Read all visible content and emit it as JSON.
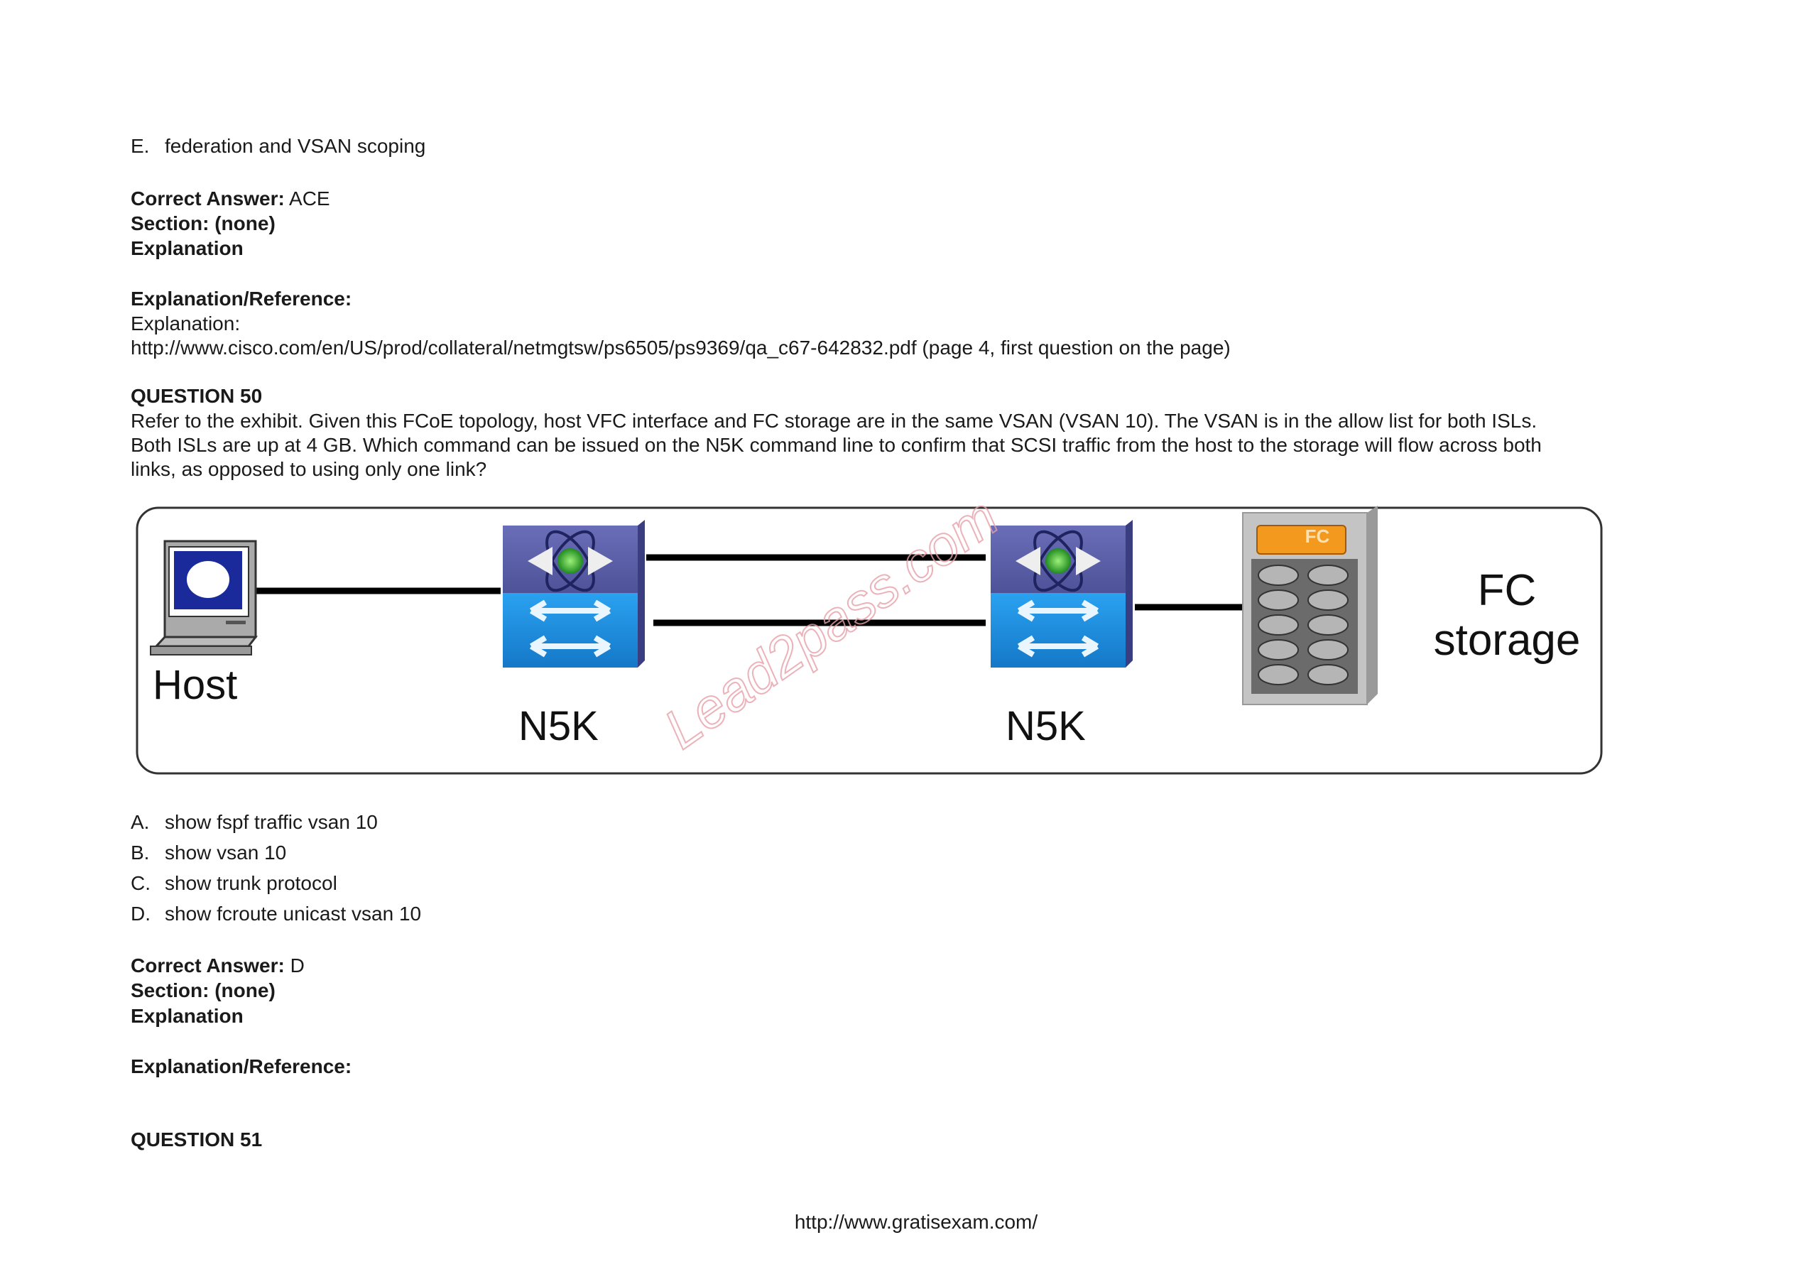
{
  "prev_question": {
    "option_e": {
      "letter": "E.",
      "text": "federation and VSAN scoping"
    },
    "correct_answer_label": "Correct Answer:",
    "correct_answer_value": "ACE",
    "section": "Section: (none)",
    "explanation": "Explanation",
    "explanation_reference_label": "Explanation/Reference:",
    "explanation_text": "Explanation:",
    "reference_url": "http://www.cisco.com/en/US/prod/collateral/netmgtsw/ps6505/ps9369/qa_c67-642832.pdf (page 4, first question on the page)"
  },
  "question_50": {
    "title": "QUESTION 50",
    "lines": [
      "Refer to the exhibit. Given this FCoE topology, host VFC interface and FC storage are in the same VSAN (VSAN 10). The VSAN is in the allow list for both ISLs.",
      "Both ISLs are up at 4 GB. Which command can be issued on the N5K command line to confirm that SCSI traffic from the host to the storage will flow across both",
      "links, as opposed to using only one link?"
    ],
    "exhibit": {
      "host_label": "Host",
      "switch1_label": "N5K",
      "switch2_label": "N5K",
      "storage_badge": "FC",
      "storage_label_line1": "FC",
      "storage_label_line2": "storage",
      "watermark": "Lead2pass.com",
      "colors": {
        "switch_top": "#5b5fa6",
        "switch_bottom": "#1e8fe0",
        "storage_badge": "#f39a1e",
        "watermark": "#e8a0a8"
      }
    },
    "options": [
      {
        "letter": "A.",
        "text": "show fspf traffic vsan 10"
      },
      {
        "letter": "B.",
        "text": "show vsan 10"
      },
      {
        "letter": "C.",
        "text": "show trunk protocol"
      },
      {
        "letter": "D.",
        "text": "show fcroute unicast vsan 10"
      }
    ],
    "correct_answer_label": "Correct Answer:",
    "correct_answer_value": "D",
    "section": "Section: (none)",
    "explanation": "Explanation",
    "explanation_reference_label": "Explanation/Reference:"
  },
  "question_51": {
    "title": "QUESTION 51"
  },
  "footer": {
    "url": "http://www.gratisexam.com/"
  }
}
